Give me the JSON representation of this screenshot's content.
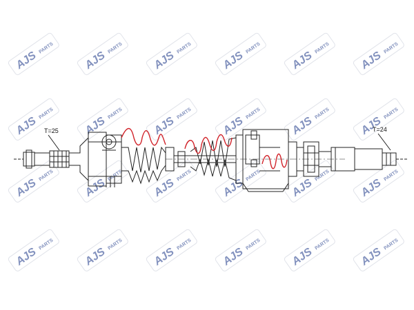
{
  "watermark": {
    "brand_text": "AJS",
    "sub_text": "PARTS",
    "color": "#1f3a8a",
    "outline_color": "#c7ccd8"
  },
  "labels": {
    "left_teeth": "T=25",
    "right_teeth": "T=24"
  },
  "colors": {
    "line": "#222222",
    "spring": "#d1232a",
    "background": "#ffffff"
  }
}
